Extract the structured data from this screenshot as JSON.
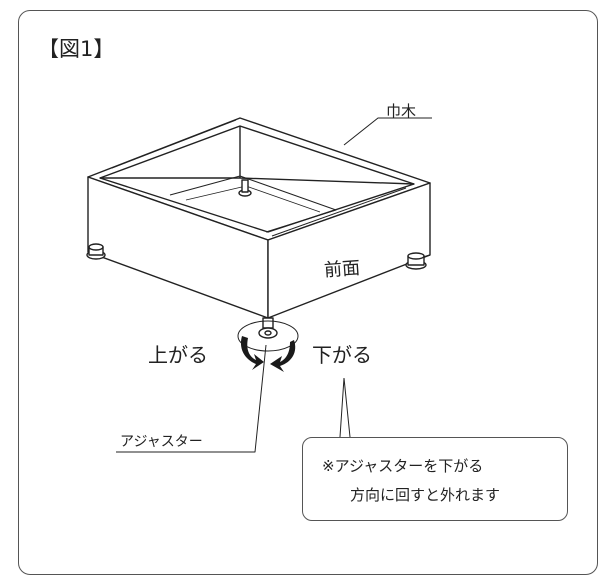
{
  "figure": {
    "title": "【図1】"
  },
  "labels": {
    "habaki": "巾木",
    "front": "前面",
    "raise": "上がる",
    "lower": "下がる",
    "adjuster": "アジャスター"
  },
  "note": {
    "line1": "※アジャスターを下がる",
    "line2": "方向に回すと外れます"
  },
  "colors": {
    "line": "#222222",
    "frame": "#555555",
    "arrow": "#1a1a1a"
  }
}
